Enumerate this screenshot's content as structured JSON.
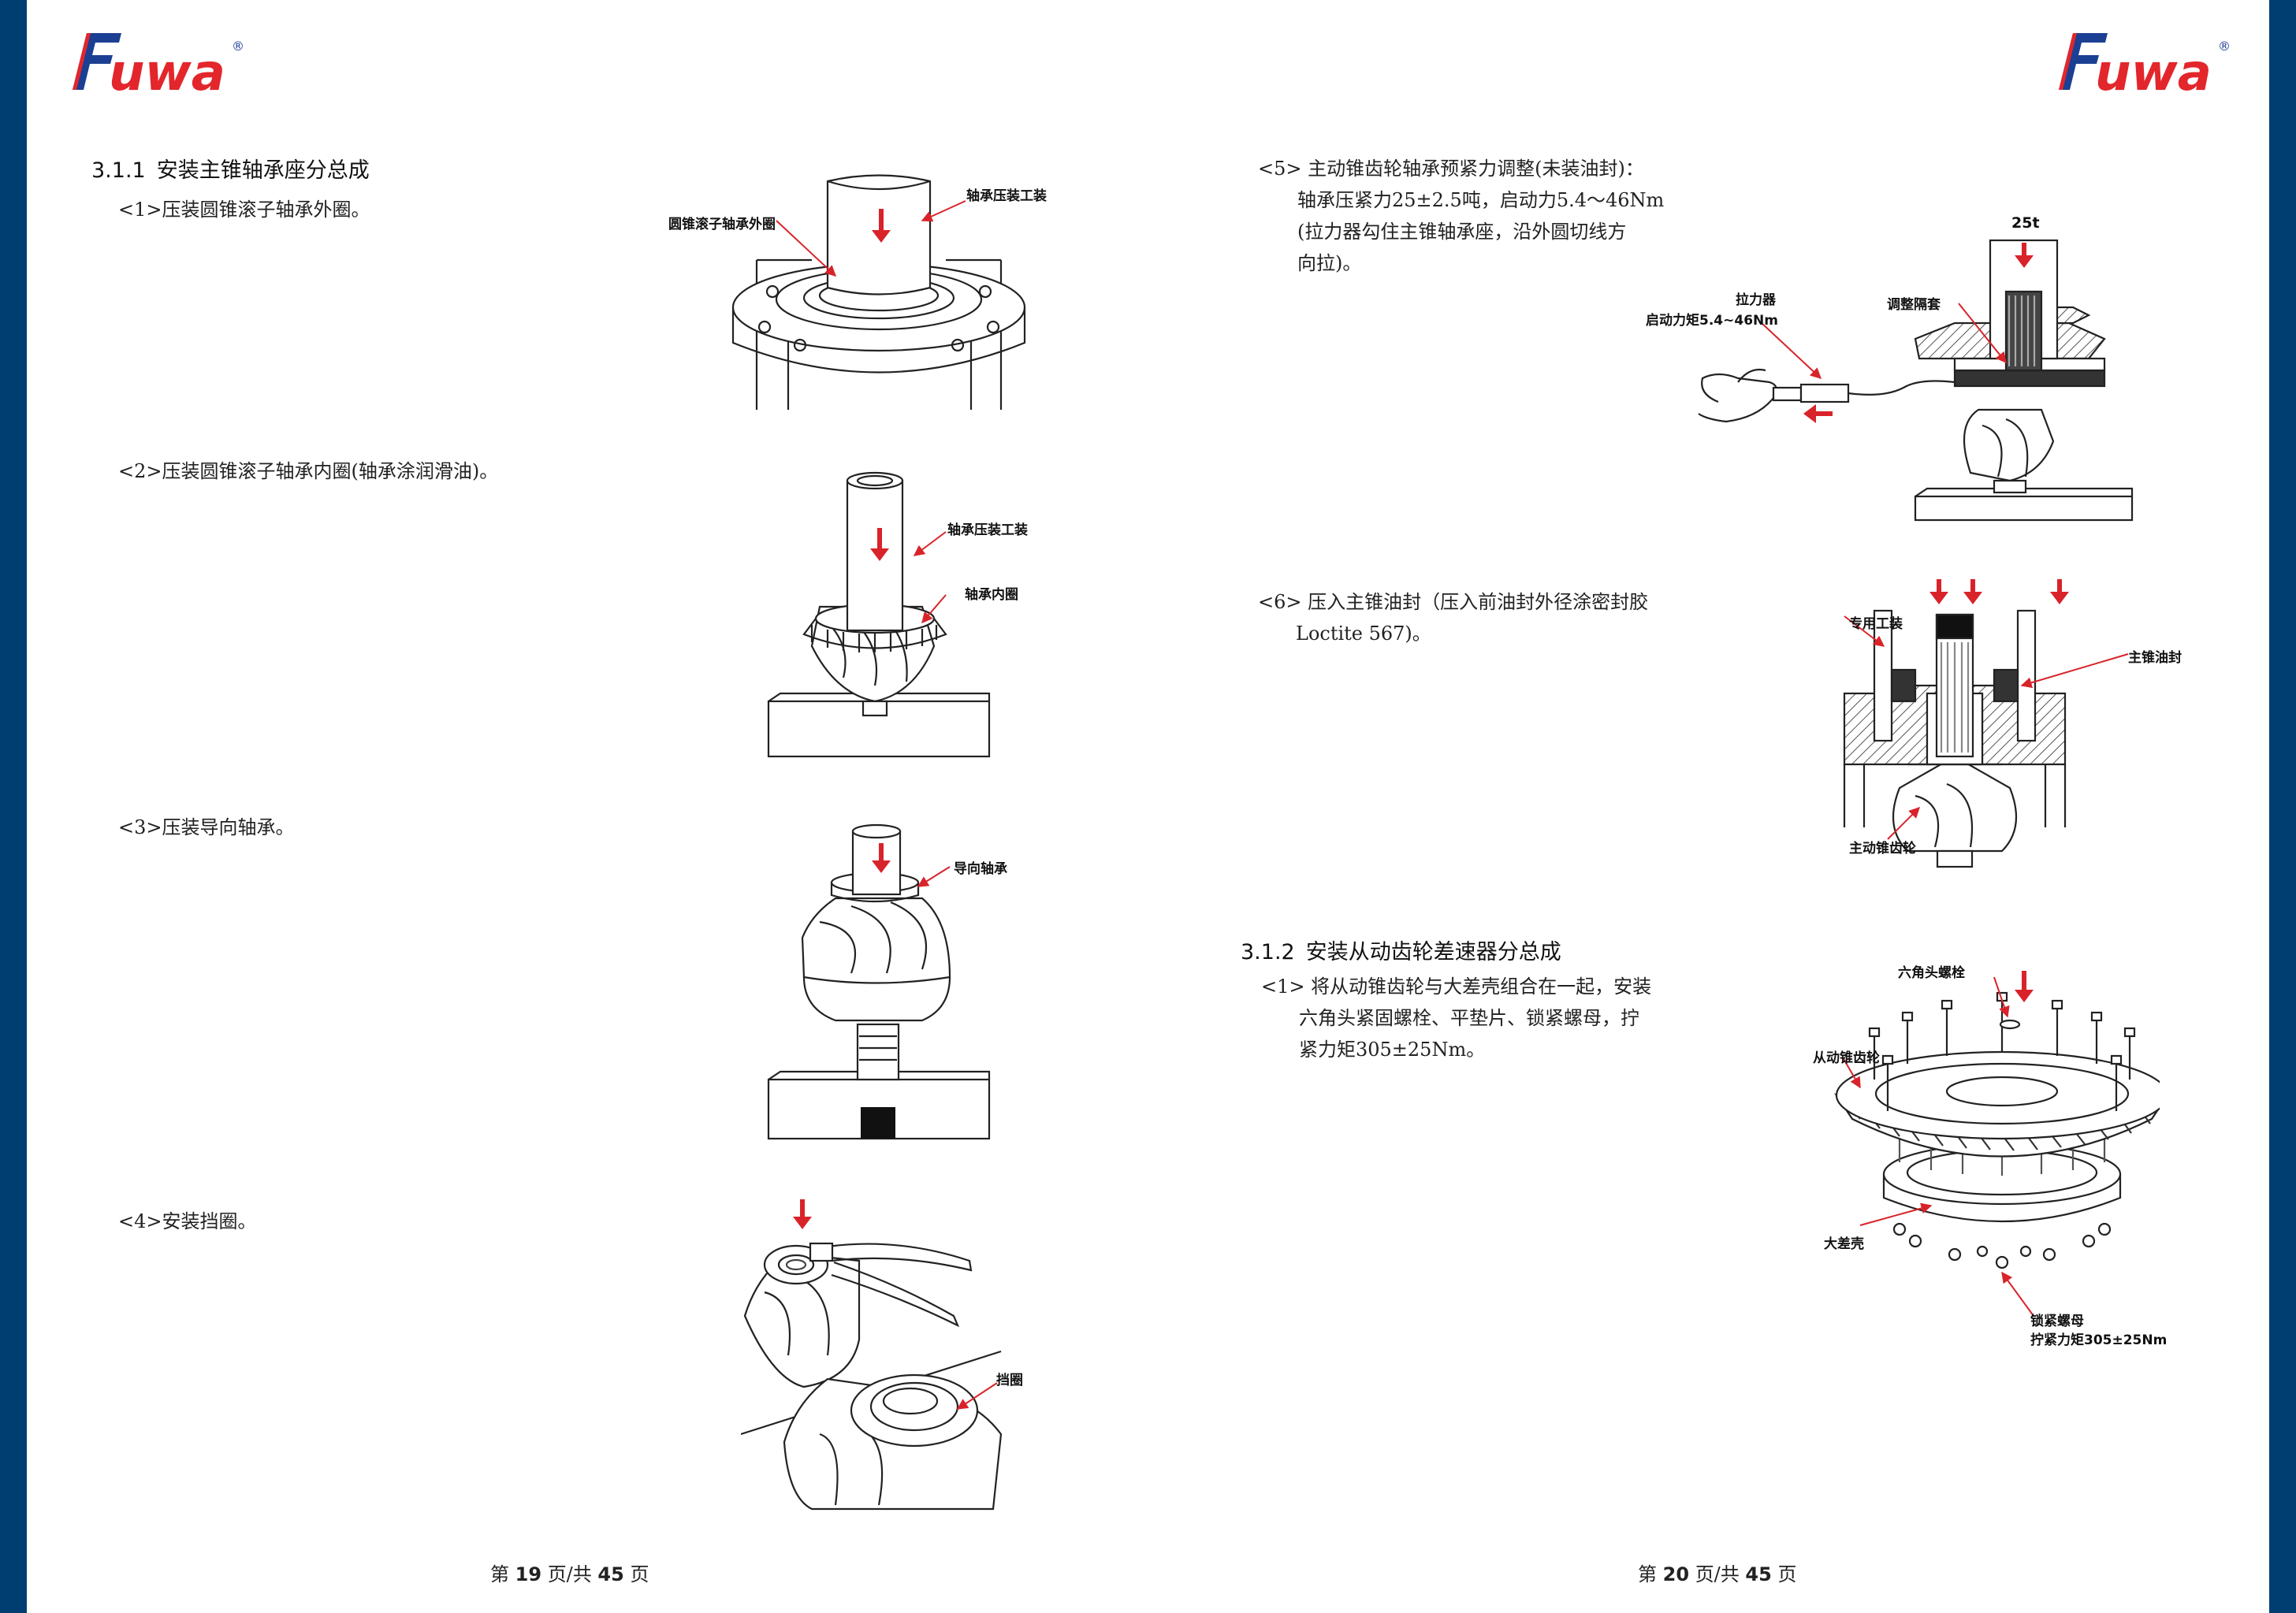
{
  "brand": {
    "name": "Fuwa",
    "mark": "®",
    "frame_color": "#003e72",
    "logo_blue": "#1b3f93",
    "logo_red": "#e3262b",
    "arrow_red": "#d9232a"
  },
  "left_page": {
    "section": {
      "number": "3.1.1",
      "title": "安装主锥轴承座分总成"
    },
    "steps": [
      {
        "text": "<1>压装圆锥滚子轴承外圈。",
        "callouts": [
          "圆锥滚子轴承外圈",
          "轴承压装工装"
        ]
      },
      {
        "text": "<2>压装圆锥滚子轴承内圈(轴承涂润滑油)。",
        "callouts": [
          "轴承压装工装",
          "轴承内圈"
        ]
      },
      {
        "text": "<3>压装导向轴承。",
        "callouts": [
          "导向轴承"
        ]
      },
      {
        "text": "<4>安装挡圈。",
        "callouts": [
          "挡圈"
        ]
      }
    ],
    "footer": {
      "prefix": "第",
      "page": "19",
      "middle": "页/共",
      "total": "45",
      "suffix": "页"
    }
  },
  "right_page": {
    "step5": {
      "lines": [
        "<5> 主动锥齿轮轴承预紧力调整(未装油封)：",
        "轴承压紧力25±2.5吨，启动力5.4～46Nm",
        "(拉力器勾住主锥轴承座，沿外圆切线方",
        "向拉)。"
      ],
      "callouts": {
        "load": "25t",
        "puller": "拉力器",
        "torque": "启动力矩5.4~46Nm",
        "spacer": "调整隔套"
      }
    },
    "step6": {
      "lines": [
        "<6> 压入主锥油封（压入前油封外径涂密封胶",
        "Loctite 567)。"
      ],
      "callouts": {
        "tool": "专用工装",
        "seal": "主锥油封",
        "gear": "主动锥齿轮"
      }
    },
    "section": {
      "number": "3.1.2",
      "title": "安装从动齿轮差速器分总成"
    },
    "step1": {
      "lines": [
        "<1> 将从动锥齿轮与大差壳组合在一起，安装",
        "六角头紧固螺栓、平垫片、锁紧螺母，拧",
        "紧力矩305±25Nm。"
      ],
      "callouts": {
        "bolt": "六角头螺栓",
        "gear": "从动锥齿轮",
        "case": "大差壳",
        "nut": "锁紧螺母",
        "torque": "拧紧力矩305±25Nm"
      }
    },
    "footer": {
      "prefix": "第",
      "page": "20",
      "middle": "页/共",
      "total": "45",
      "suffix": "页"
    }
  }
}
